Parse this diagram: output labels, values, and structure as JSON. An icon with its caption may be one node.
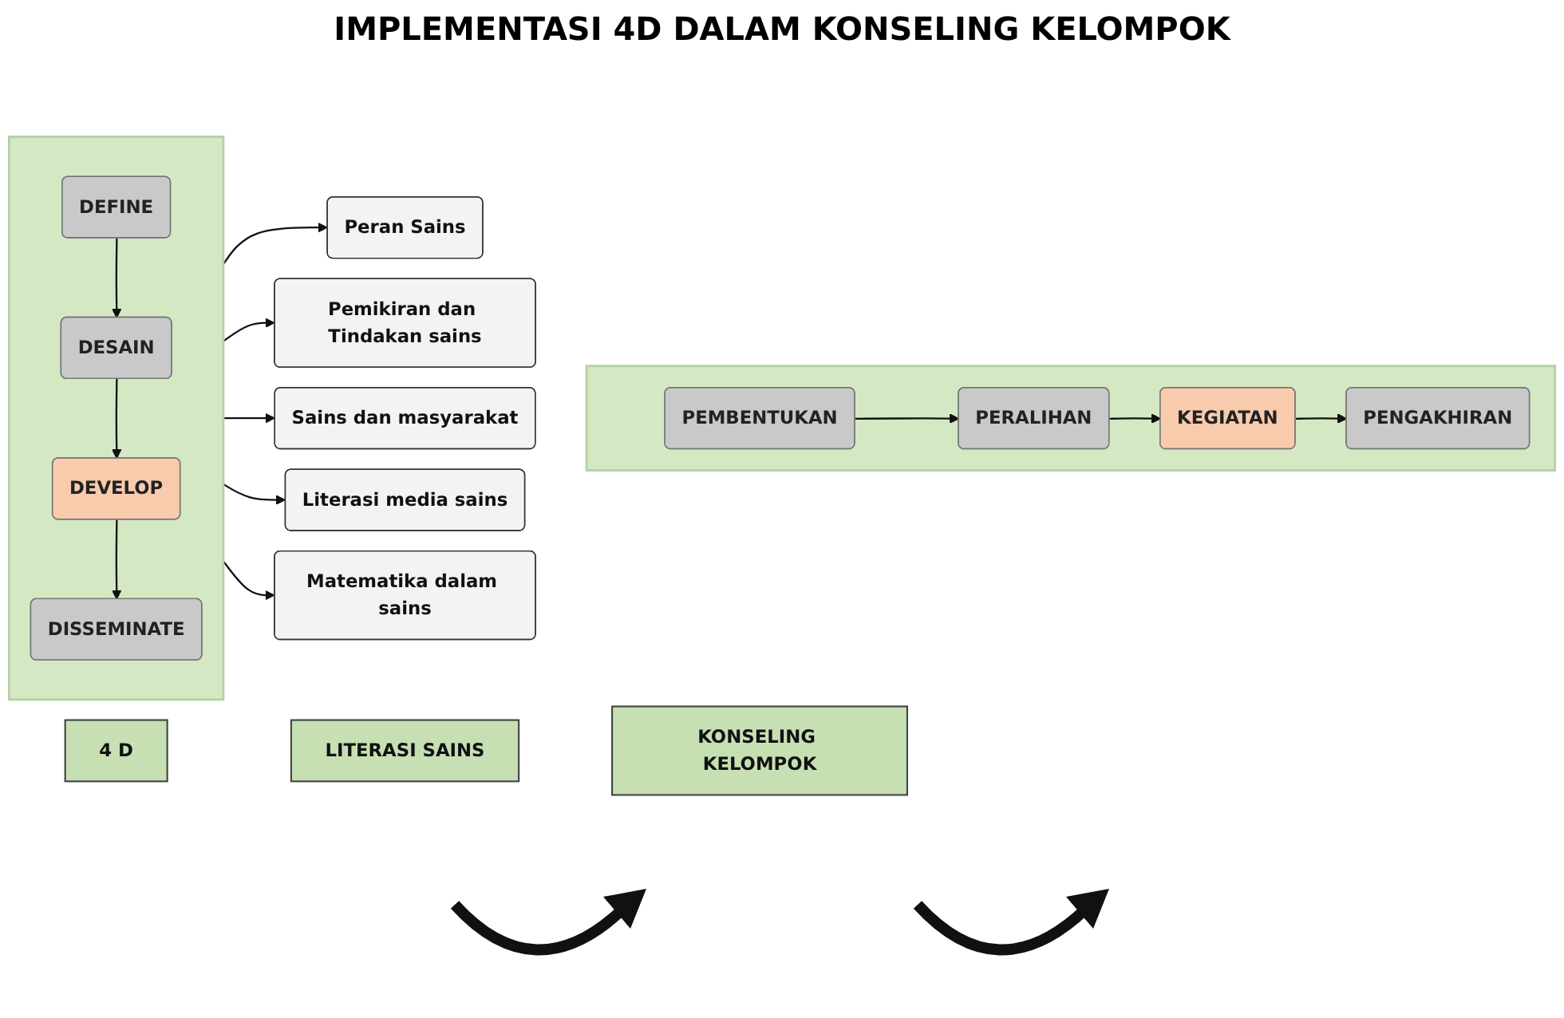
{
  "diagram": {
    "title": "IMPLEMENTASI 4D DALAM KONSELING KELOMPOK",
    "nodes": [
      {
        "text": [
          "4 D"
        ]
      },
      {
        "text": [
          "LITERASI SAINS"
        ]
      },
      {
        "text": [
          "KONSELING KELOMPOK"
        ]
      },
      {
        "text": [],
        "shape": "box"
      },
      {
        "text": [
          "DEFINE"
        ],
        "in": 3
      },
      {
        "text": [
          "DESAIN"
        ],
        "in": 3
      },
      {
        "text": [
          "DEVELOP"
        ],
        "in": 3
      },
      {
        "text": [
          "DISSEMINATE"
        ],
        "in": 3
      },
      {
        "text": [
          "Peran Sains"
        ]
      },
      {
        "text": [
          "Pemikiran dan Tindakan sains"
        ]
      },
      {
        "text": [
          "Sains dan masyarakat"
        ]
      },
      {
        "text": [
          "Literasi media sains"
        ]
      },
      {
        "text": [
          "Matematika dalam sains"
        ]
      },
      {
        "text": [],
        "shape": "box"
      },
      {
        "text": [
          "PEMBENTUKAN"
        ],
        "in": 13
      },
      {
        "text": [
          "PERALIHAN"
        ],
        "in": 13
      },
      {
        "text": [
          "KEGIATAN"
        ],
        "in": 13
      },
      {
        "text": [
          "PENGAKHIRAN"
        ],
        "in": 13
      }
    ],
    "edges": [
      {
        "from": 4,
        "to": 5,
        "arrow": "to"
      },
      {
        "from": 5,
        "to": 6,
        "arrow": "to"
      },
      {
        "from": 6,
        "to": 7,
        "arrow": "to"
      },
      {
        "from": 3,
        "to": 8,
        "arrow": "to"
      },
      {
        "from": 3,
        "to": 9,
        "arrow": "to"
      },
      {
        "from": 3,
        "to": 10,
        "arrow": "to"
      },
      {
        "from": 3,
        "to": 11,
        "arrow": "to"
      },
      {
        "from": 3,
        "to": 12,
        "arrow": "to"
      },
      {
        "from": 14,
        "to": 15,
        "arrow": "to"
      },
      {
        "from": 15,
        "to": 16,
        "arrow": "to"
      },
      {
        "from": 16,
        "to": 17,
        "arrow": "to"
      }
    ]
  }
}
